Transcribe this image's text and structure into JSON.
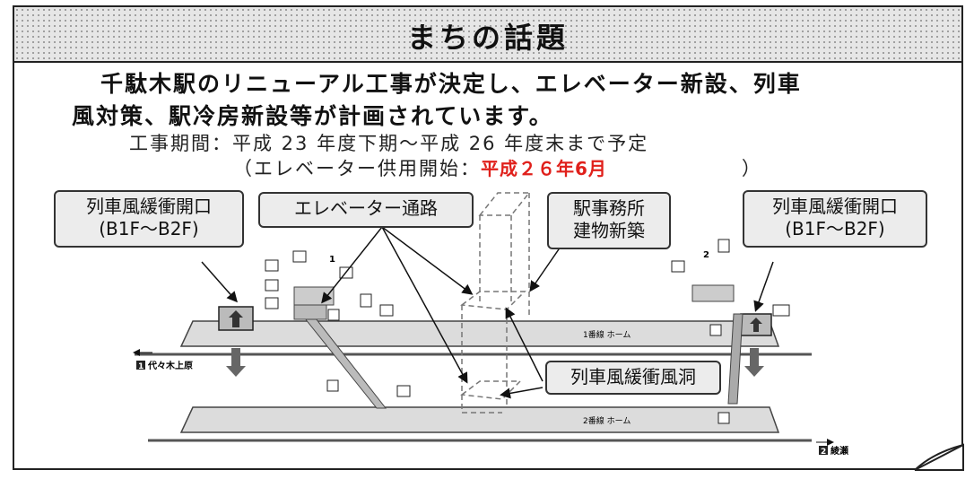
{
  "banner": {
    "title": "まちの話題"
  },
  "headline": {
    "line1": "千駄木駅のリニューアル工事が決定し、エレベーター新設、列車",
    "line2": "風対策、駅冷房新設等が計画されています。"
  },
  "period": {
    "text": "工事期間：平成 23 年度下期～平成 26 年度末まで予定",
    "open_prefix": "（エレベーター供用開始：",
    "open_value": "平成２６年6月",
    "open_suffix": "）"
  },
  "callouts": {
    "vent_left_line1": "列車風緩衝開口",
    "vent_left_line2": "(B1F～B2F)",
    "elevator_line": "エレベーター通路",
    "office_line1": "駅事務所",
    "office_line2": "建物新築",
    "vent_right_line1": "列車風緩衝開口",
    "vent_right_line2": "(B1F～B2F)",
    "tunnel": "列車風緩衝風洞"
  },
  "diagram": {
    "platform1": "1番線 ホーム",
    "platform2": "2番線 ホーム",
    "dir_left_num": "1",
    "dir_left": "代々木上原",
    "dir_right_num": "2",
    "dir_right": "綾瀬",
    "exit1": "1",
    "exit2": "2"
  }
}
